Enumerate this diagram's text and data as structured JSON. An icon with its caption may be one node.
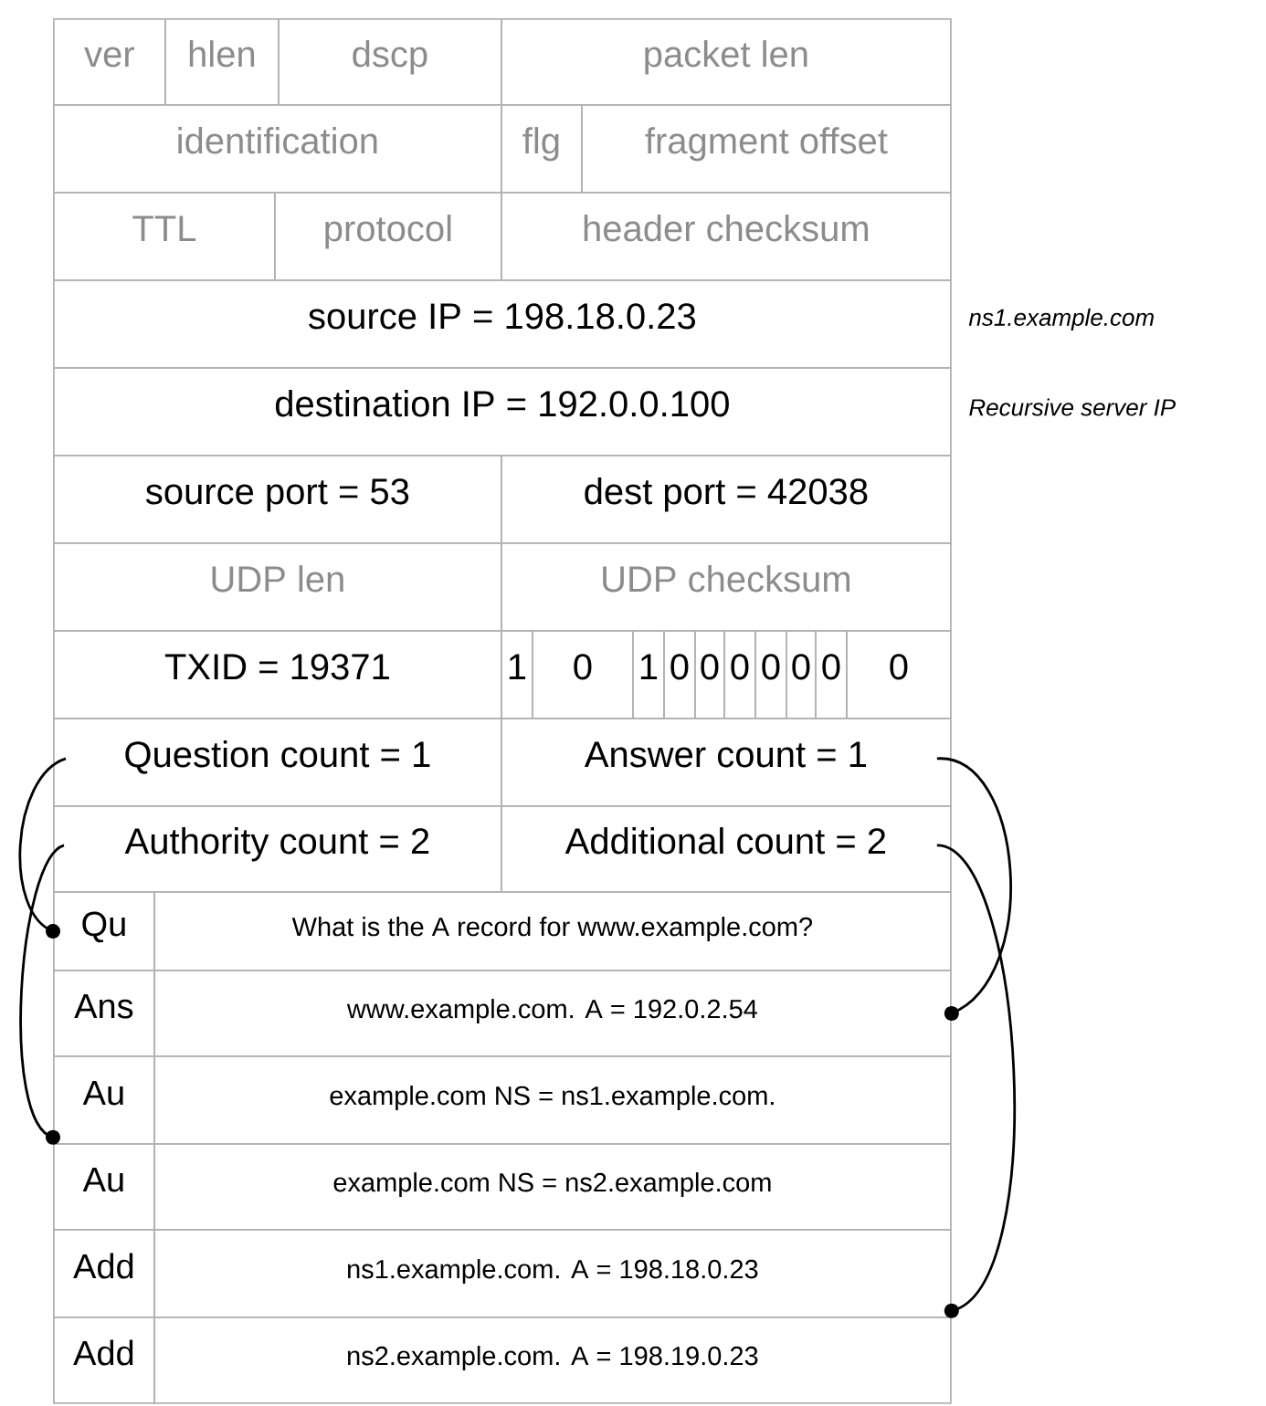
{
  "diagram": {
    "nodes": [
      {
        "text": [
          "ver"
        ]
      },
      {
        "text": [
          "hlen"
        ]
      },
      {
        "text": [
          "dscp"
        ]
      },
      {
        "text": [
          "packet len"
        ]
      },
      {
        "text": [
          "identification"
        ]
      },
      {
        "text": [
          "flg"
        ]
      },
      {
        "text": [
          "fragment offset"
        ]
      },
      {
        "text": [
          "TTL"
        ]
      },
      {
        "text": [
          "protocol"
        ]
      },
      {
        "text": [
          "header checksum"
        ]
      },
      {
        "text": [
          "source IP = 198.18.0.23"
        ],
        "beside": [
          "ns1.example.com"
        ]
      },
      {
        "text": [
          "destination IP = 192.0.0.100"
        ],
        "beside": [
          "Recursive server IP"
        ]
      },
      {
        "text": [
          "source port = 53"
        ]
      },
      {
        "text": [
          "dest port = 42038"
        ]
      },
      {
        "text": [
          "UDP len"
        ]
      },
      {
        "text": [
          "UDP checksum"
        ]
      },
      {
        "text": [
          "TXID = 19371"
        ]
      },
      {
        "text": [
          "1"
        ]
      },
      {
        "text": [
          "0"
        ]
      },
      {
        "text": [
          "1"
        ]
      },
      {
        "text": [
          "0"
        ]
      },
      {
        "text": [
          "0"
        ]
      },
      {
        "text": [
          "0"
        ]
      },
      {
        "text": [
          "0"
        ]
      },
      {
        "text": [
          "0"
        ]
      },
      {
        "text": [
          "0"
        ]
      },
      {
        "text": [
          "0"
        ]
      },
      {
        "text": [
          "Question count = 1"
        ]
      },
      {
        "text": [
          "Answer count = 1"
        ]
      },
      {
        "text": [
          "Authority count = 2"
        ]
      },
      {
        "text": [
          "Additional count = 2"
        ]
      },
      {
        "text": [
          "Qu"
        ]
      },
      {
        "text": [
          "What is the A record for www.example.com?"
        ]
      },
      {
        "text": [
          "Ans"
        ]
      },
      {
        "text": [
          "www.example.com.  A = 192.0.2.54"
        ]
      },
      {
        "text": [
          "Au"
        ]
      },
      {
        "text": [
          "example.com NS = ns1.example.com."
        ]
      },
      {
        "text": [
          "Au"
        ]
      },
      {
        "text": [
          "example.com NS = ns2.example.com"
        ]
      },
      {
        "text": [
          "Add"
        ]
      },
      {
        "text": [
          "ns1.example.com.  A = 198.18.0.23"
        ]
      },
      {
        "text": [
          "Add"
        ]
      },
      {
        "text": [
          "ns2.example.com.  A = 198.19.0.23"
        ]
      }
    ],
    "edges": [
      {
        "from": 27,
        "to": 31,
        "arrow": "other"
      },
      {
        "from": 28,
        "to": 34,
        "arrow": "other"
      },
      {
        "from": 29,
        "to": 35,
        "arrow": "other"
      },
      {
        "from": 30,
        "to": 40,
        "arrow": "other"
      }
    ]
  }
}
